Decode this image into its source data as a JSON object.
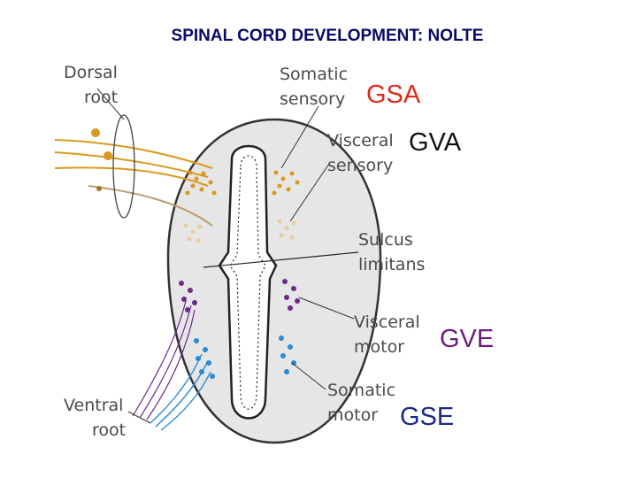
{
  "title": "SPINAL CORD DEVELOPMENT: NOLTE",
  "labels": {
    "dorsal_root": [
      "Dorsal",
      "root"
    ],
    "somatic_sensory": [
      "Somatic",
      "sensory"
    ],
    "visceral_sensory": [
      "Visceral",
      "sensory"
    ],
    "sulcus_limitans": [
      "Sulcus",
      "limitans"
    ],
    "visceral_motor": [
      "Visceral",
      "motor"
    ],
    "somatic_motor": [
      "Somatic",
      "motor"
    ],
    "ventral_root": [
      "Ventral",
      "root"
    ]
  },
  "abbreviations": {
    "gsa": {
      "text": "GSA",
      "color": "#e02a1a"
    },
    "gva": {
      "text": "GVA",
      "color": "#111111"
    },
    "gve": {
      "text": "GVE",
      "color": "#6a1a7a"
    },
    "gse": {
      "text": "GSE",
      "color": "#1a2a8a"
    }
  },
  "colors": {
    "sensory_somatic": "#d99a1c",
    "sensory_visceral": "#e6cf9a",
    "motor_visceral": "#6a2a8a",
    "motor_somatic": "#2a8ad6",
    "tissue": "#e6e6e6"
  }
}
